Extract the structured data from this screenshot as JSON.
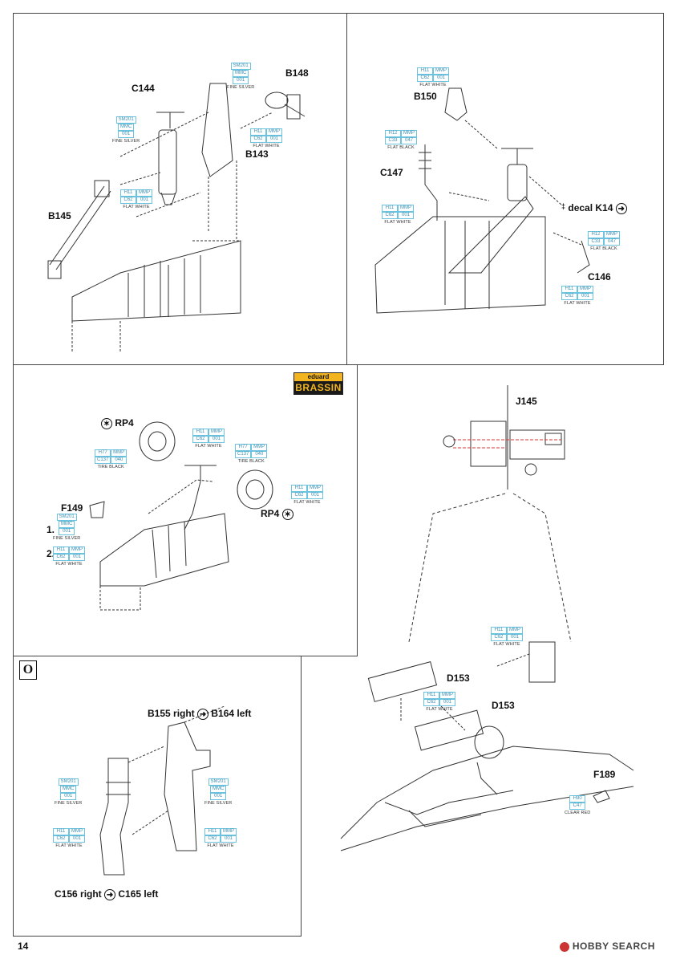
{
  "labels": {
    "c144": "C144",
    "b148": "B148",
    "b143": "B143",
    "b145": "B145",
    "b150": "B150",
    "c147": "C147",
    "decal_k14": "decal K14",
    "c146": "C146",
    "rp4_top": "RP4",
    "rp4_bottom": "RP4",
    "f149": "F149",
    "step1": "1.",
    "step2": "2.",
    "j145": "J145",
    "b155": "B155 right",
    "b164": "B164 left",
    "c156": "C156 right",
    "c165": "C165 left",
    "d153_a": "D153",
    "d153_b": "D153",
    "f189": "F189"
  },
  "paint_boxes": [
    {
      "id": "p1",
      "codes": [
        "SM201"
      ],
      "sub": [
        "MMC"
      ],
      "num": [
        "001"
      ],
      "name": "FINE SILVER"
    },
    {
      "id": "p2",
      "codes": [
        "SM201"
      ],
      "sub": [
        "MMC"
      ],
      "num": [
        "001"
      ],
      "name": "FINE SILVER"
    },
    {
      "id": "p3",
      "codes": [
        "H11",
        "MMP"
      ],
      "sub": [
        "C62",
        "001"
      ],
      "name": "FLAT WHITE"
    },
    {
      "id": "p4",
      "codes": [
        "H11",
        "MMP"
      ],
      "sub": [
        "C62",
        "001"
      ],
      "name": "FLAT WHITE"
    },
    {
      "id": "p5",
      "codes": [
        "H11",
        "MMP"
      ],
      "sub": [
        "C62",
        "001"
      ],
      "name": "FLAT WHITE"
    },
    {
      "id": "p6",
      "codes": [
        "H12",
        "MMP"
      ],
      "sub": [
        "C33",
        "047"
      ],
      "name": "FLAT BLACK"
    },
    {
      "id": "p7",
      "codes": [
        "H11",
        "MMP"
      ],
      "sub": [
        "C62",
        "001"
      ],
      "name": "FLAT WHITE"
    },
    {
      "id": "p8",
      "codes": [
        "H12",
        "MMP"
      ],
      "sub": [
        "C33",
        "047"
      ],
      "name": "FLAT BLACK"
    },
    {
      "id": "p9",
      "codes": [
        "H11",
        "MMP"
      ],
      "sub": [
        "C62",
        "001"
      ],
      "name": "FLAT WHITE"
    },
    {
      "id": "p10",
      "codes": [
        "H11",
        "MMP"
      ],
      "sub": [
        "C62",
        "001"
      ],
      "name": "FLAT WHITE"
    },
    {
      "id": "p11",
      "codes": [
        "H77",
        "MMP"
      ],
      "sub": [
        "C137",
        "040"
      ],
      "name": "TIRE BLACK"
    },
    {
      "id": "p12",
      "codes": [
        "H77",
        "MMP"
      ],
      "sub": [
        "C137",
        "040"
      ],
      "name": "TIRE BLACK"
    },
    {
      "id": "p13",
      "codes": [
        "H11",
        "MMP"
      ],
      "sub": [
        "C62",
        "001"
      ],
      "name": "FLAT WHITE"
    },
    {
      "id": "p14",
      "codes": [
        "SM201"
      ],
      "sub": [
        "MMC"
      ],
      "num": [
        "001"
      ],
      "name": "FINE SILVER"
    },
    {
      "id": "p15",
      "codes": [
        "H11",
        "MMP"
      ],
      "sub": [
        "C62",
        "001"
      ],
      "name": "FLAT WHITE"
    },
    {
      "id": "p16",
      "codes": [
        "H11",
        "MMP"
      ],
      "sub": [
        "C62",
        "001"
      ],
      "name": "FLAT WHITE"
    },
    {
      "id": "p17",
      "codes": [
        "H11",
        "MMP"
      ],
      "sub": [
        "C62",
        "001"
      ],
      "name": "FLAT WHITE"
    },
    {
      "id": "p18",
      "codes": [
        "H90"
      ],
      "sub": [
        "C47"
      ],
      "name": "CLEAR RED"
    },
    {
      "id": "p19",
      "codes": [
        "SM201"
      ],
      "sub": [
        "MMC"
      ],
      "num": [
        "001"
      ],
      "name": "FINE SILVER"
    },
    {
      "id": "p20",
      "codes": [
        "SM201"
      ],
      "sub": [
        "MMC"
      ],
      "num": [
        "001"
      ],
      "name": "FINE SILVER"
    },
    {
      "id": "p21",
      "codes": [
        "H11",
        "MMP"
      ],
      "sub": [
        "C62",
        "001"
      ],
      "name": "FLAT WHITE"
    },
    {
      "id": "p22",
      "codes": [
        "H11",
        "MMP"
      ],
      "sub": [
        "C62",
        "001"
      ],
      "name": "FLAT WHITE"
    }
  ],
  "brassin": {
    "top": "eduard",
    "bottom": "BRASSIN"
  },
  "step_letter": "O",
  "page_number": "14",
  "watermark": "HOBBY SEARCH"
}
